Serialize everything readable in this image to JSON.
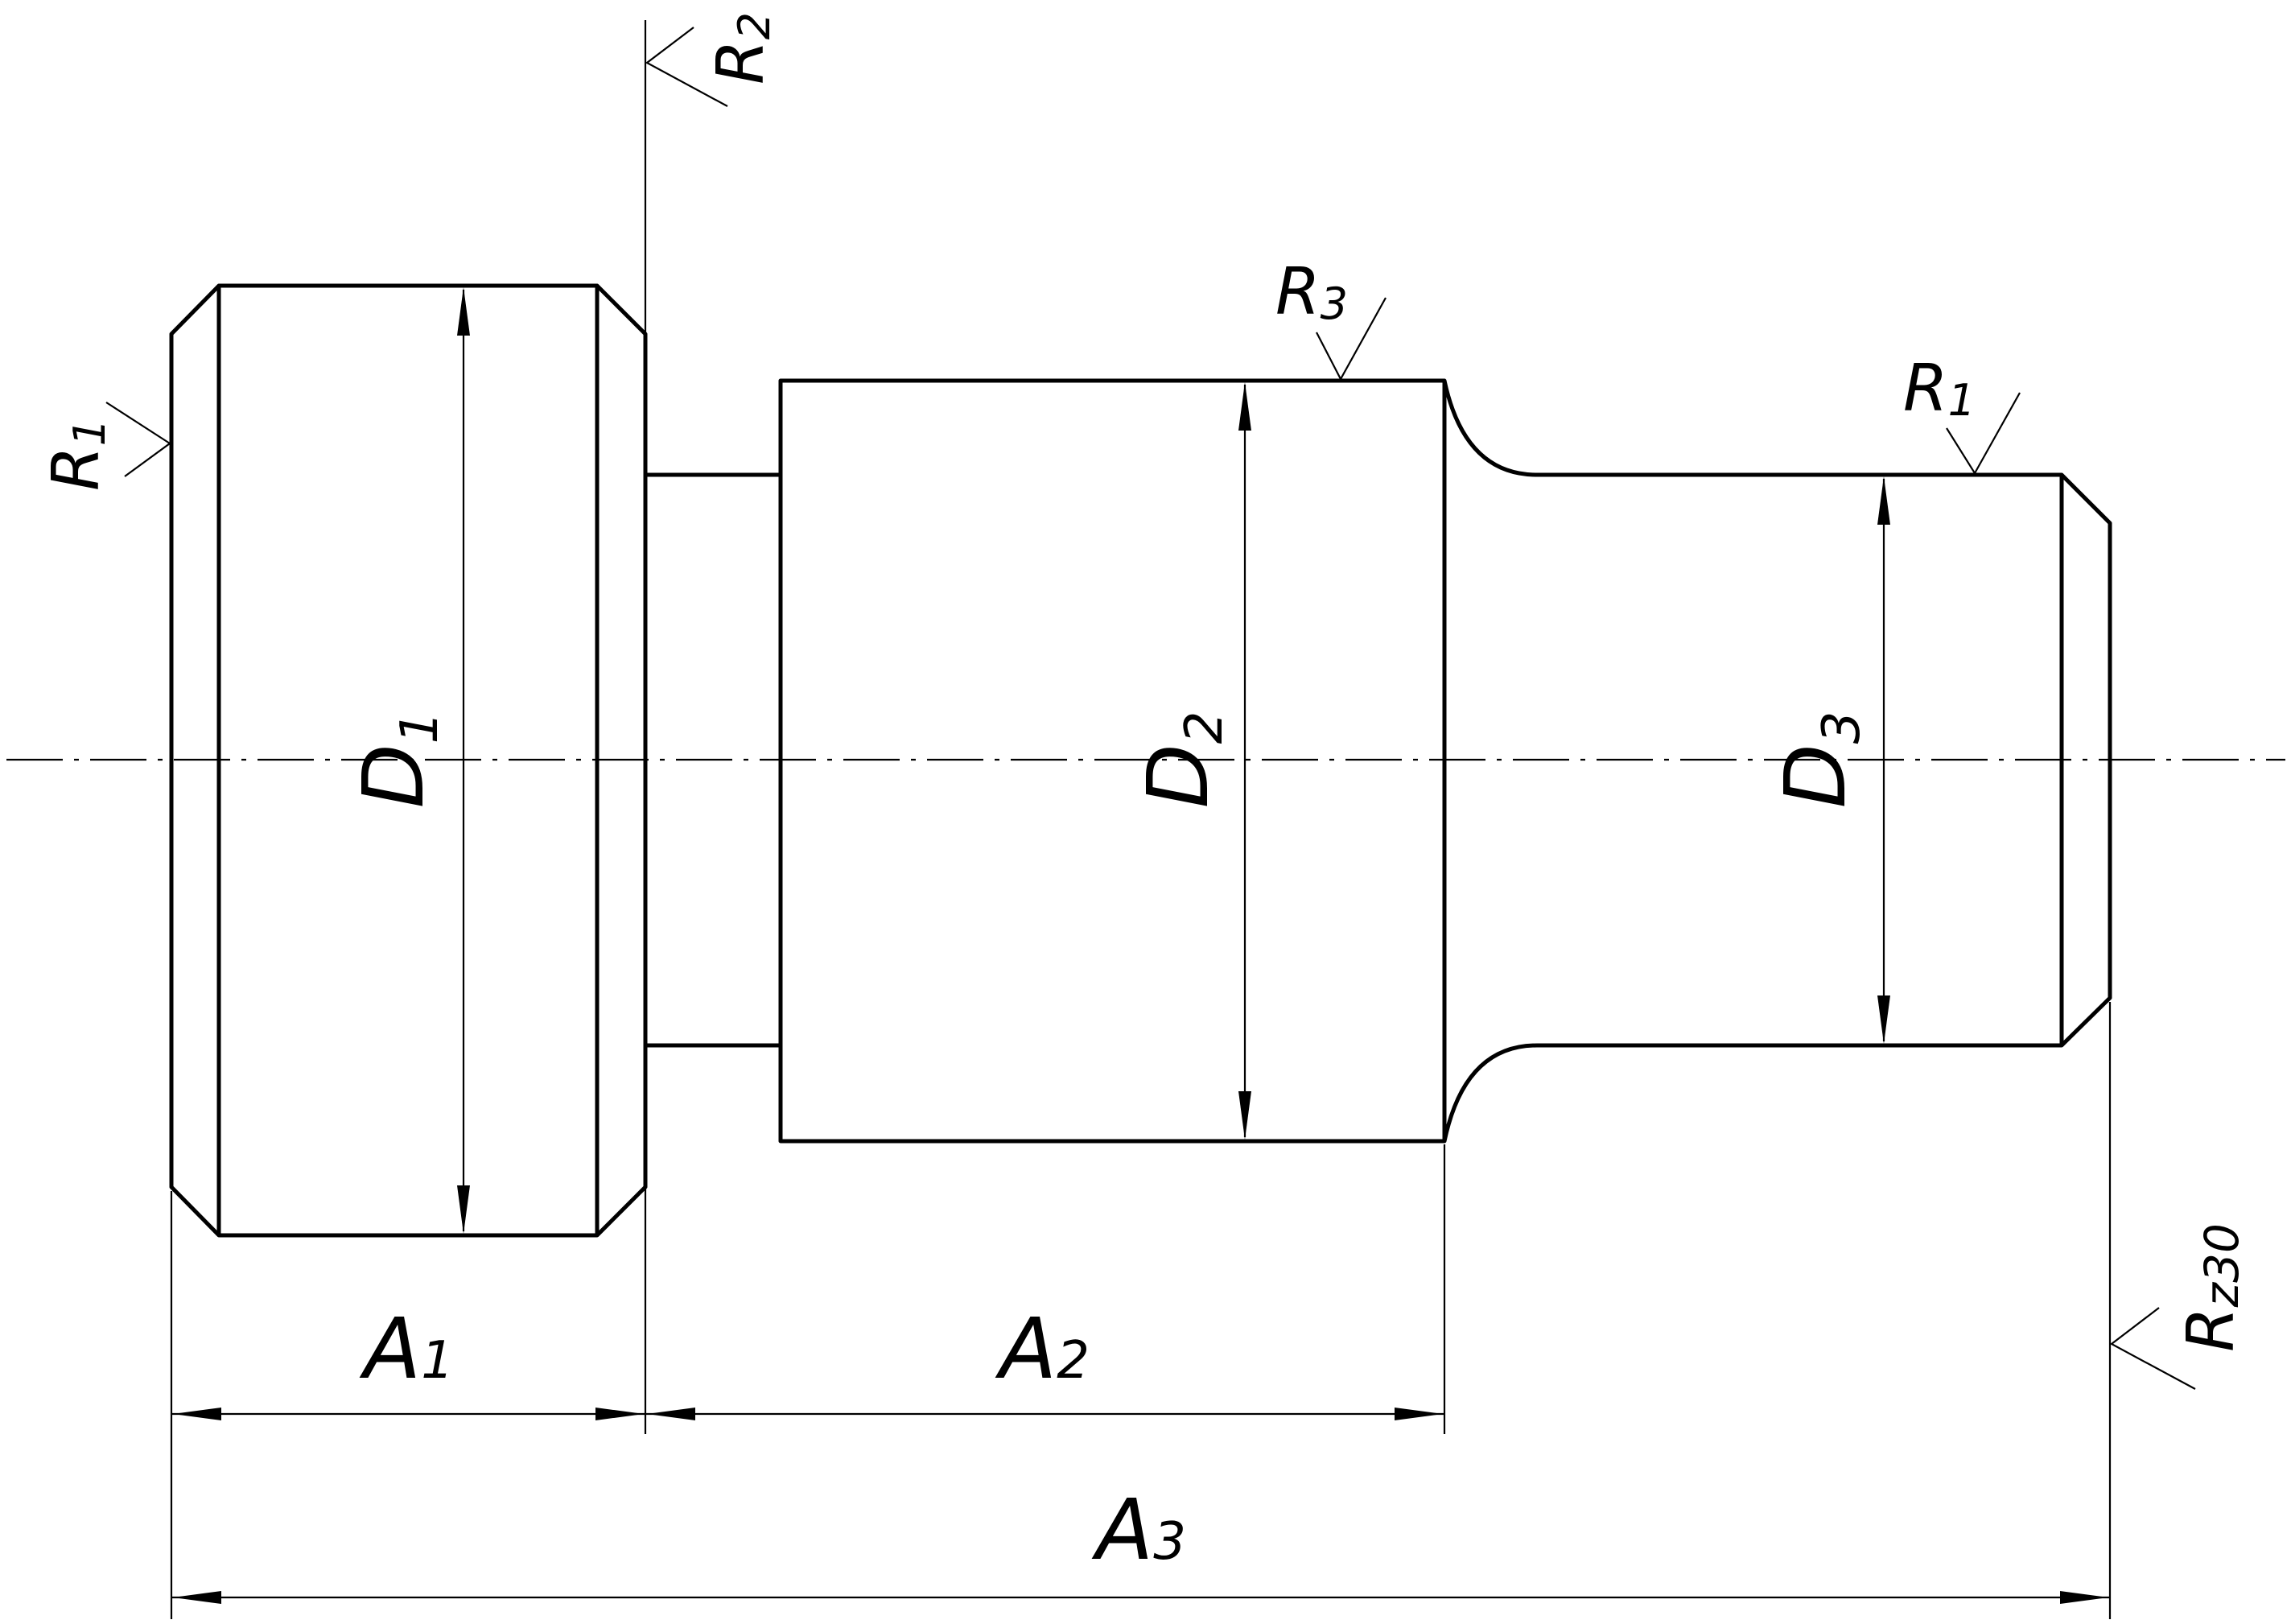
{
  "labels": {
    "D1": {
      "main": "D",
      "sub": "1"
    },
    "D2": {
      "main": "D",
      "sub": "2"
    },
    "D3": {
      "main": "D",
      "sub": "3"
    },
    "A1": {
      "main": "A",
      "sub": "1"
    },
    "A2": {
      "main": "A",
      "sub": "2"
    },
    "A3": {
      "main": "A",
      "sub": "3"
    },
    "R1_left": {
      "main": "R",
      "sub": "1"
    },
    "R2": {
      "main": "R",
      "sub": "2"
    },
    "R3": {
      "main": "R",
      "sub": "3"
    },
    "R1_right": {
      "main": "R",
      "sub": "1"
    },
    "Rz30": {
      "main": "R",
      "sub": "z30"
    }
  },
  "colors": {
    "ink": "#000000",
    "paper": "#ffffff"
  }
}
